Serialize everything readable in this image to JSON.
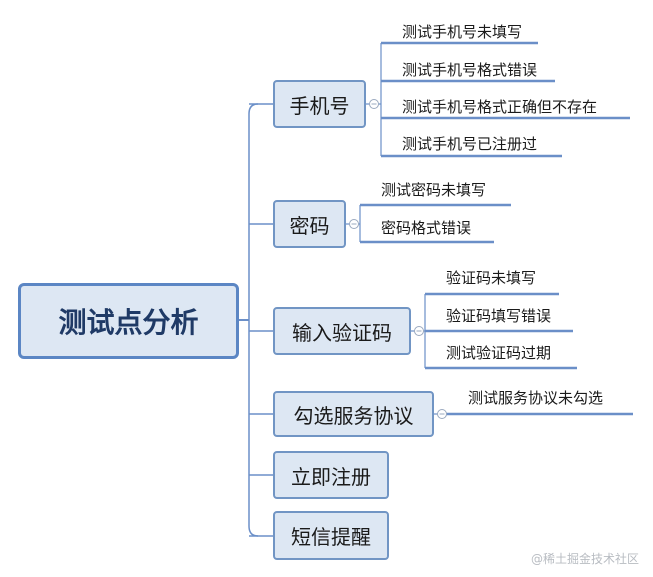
{
  "root": {
    "label": "测试点分析"
  },
  "branches": [
    {
      "label": "手机号",
      "children": [
        "测试手机号未填写",
        "测试手机号格式错误",
        "测试手机号格式正确但不存在",
        "测试手机号已注册过"
      ]
    },
    {
      "label": "密码",
      "children": [
        "测试密码未填写",
        "密码格式错误"
      ]
    },
    {
      "label": "输入验证码",
      "children": [
        "验证码未填写",
        "验证码填写错误",
        "测试验证码过期"
      ]
    },
    {
      "label": "勾选服务协议",
      "children": [
        "测试服务协议未勾选"
      ]
    },
    {
      "label": "立即注册",
      "children": []
    },
    {
      "label": "短信提醒",
      "children": []
    }
  ],
  "watermark": "@稀土掘金技术社区",
  "colors": {
    "box_fill": "#dde7f3",
    "box_border": "#7195c4",
    "line": "#6b8fc8",
    "root_border": "#5b86c4"
  }
}
